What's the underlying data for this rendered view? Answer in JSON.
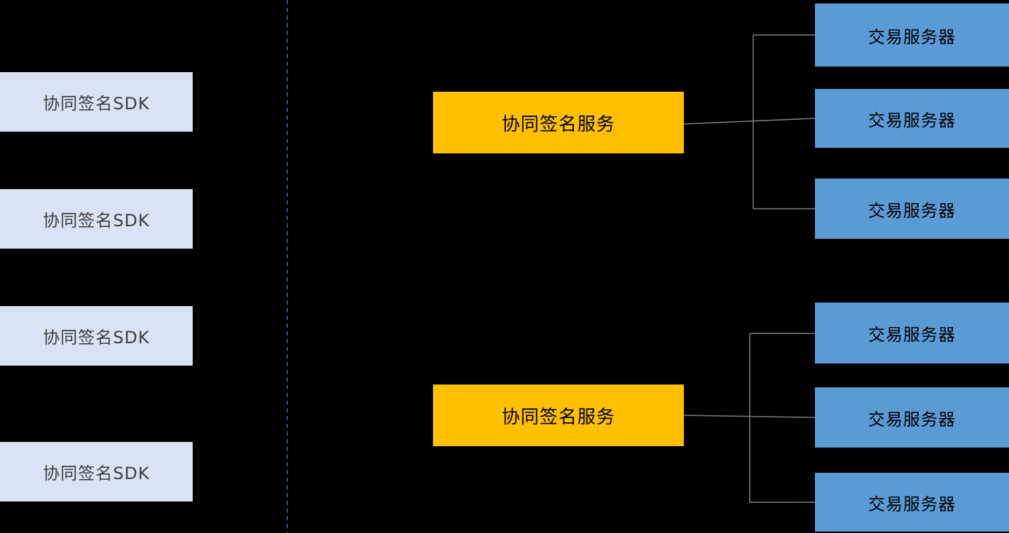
{
  "diagram": {
    "title": "collaborative-signature-architecture",
    "left_boxes": [
      {
        "label": "协同签名SDK"
      },
      {
        "label": "协同签名SDK"
      },
      {
        "label": "协同签名SDK"
      },
      {
        "label": "协同签名SDK"
      }
    ],
    "service_boxes": [
      {
        "label": "协同签名服务"
      },
      {
        "label": "协同签名服务"
      }
    ],
    "server_boxes": [
      {
        "label": "交易服务器"
      },
      {
        "label": "交易服务器"
      },
      {
        "label": "交易服务器"
      },
      {
        "label": "交易服务器"
      },
      {
        "label": "交易服务器"
      },
      {
        "label": "交易服务器"
      }
    ],
    "colors": {
      "background": "#000000",
      "sdk_box_fill": "#dae3f3",
      "sdk_box_text": "#3f3f3f",
      "service_box_fill": "#ffc000",
      "service_box_text": "#000000",
      "server_box_fill": "#5b9bd5",
      "server_box_text": "#000000",
      "divider_line": "#2f5496",
      "connector_line": "#7f7f7f"
    }
  }
}
